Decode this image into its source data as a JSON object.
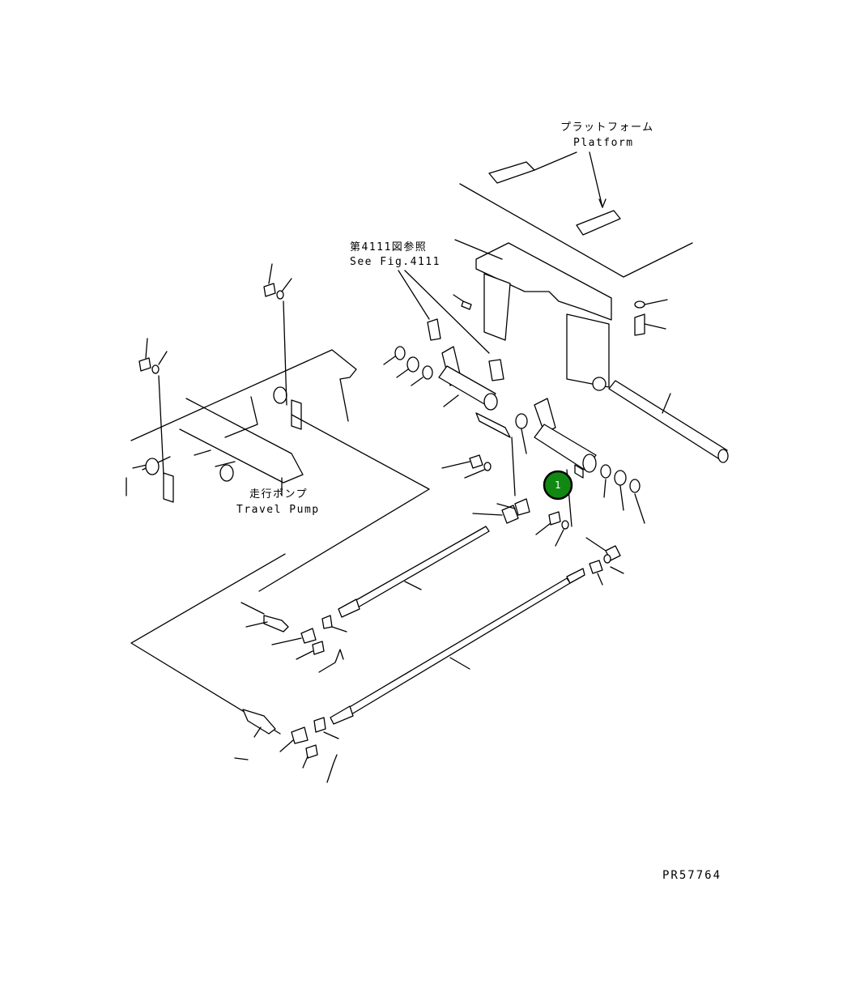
{
  "labels": {
    "platform_jp": "プラットフォーム",
    "platform_en": "Platform",
    "see_fig_jp": "第4111図参照",
    "see_fig_en": "See Fig.4111",
    "travel_pump_jp": "走行ポンプ",
    "travel_pump_en": "Travel Pump",
    "drawing_code": "PR57764"
  },
  "callouts": [
    {
      "number": "1",
      "color": "#118811"
    }
  ]
}
